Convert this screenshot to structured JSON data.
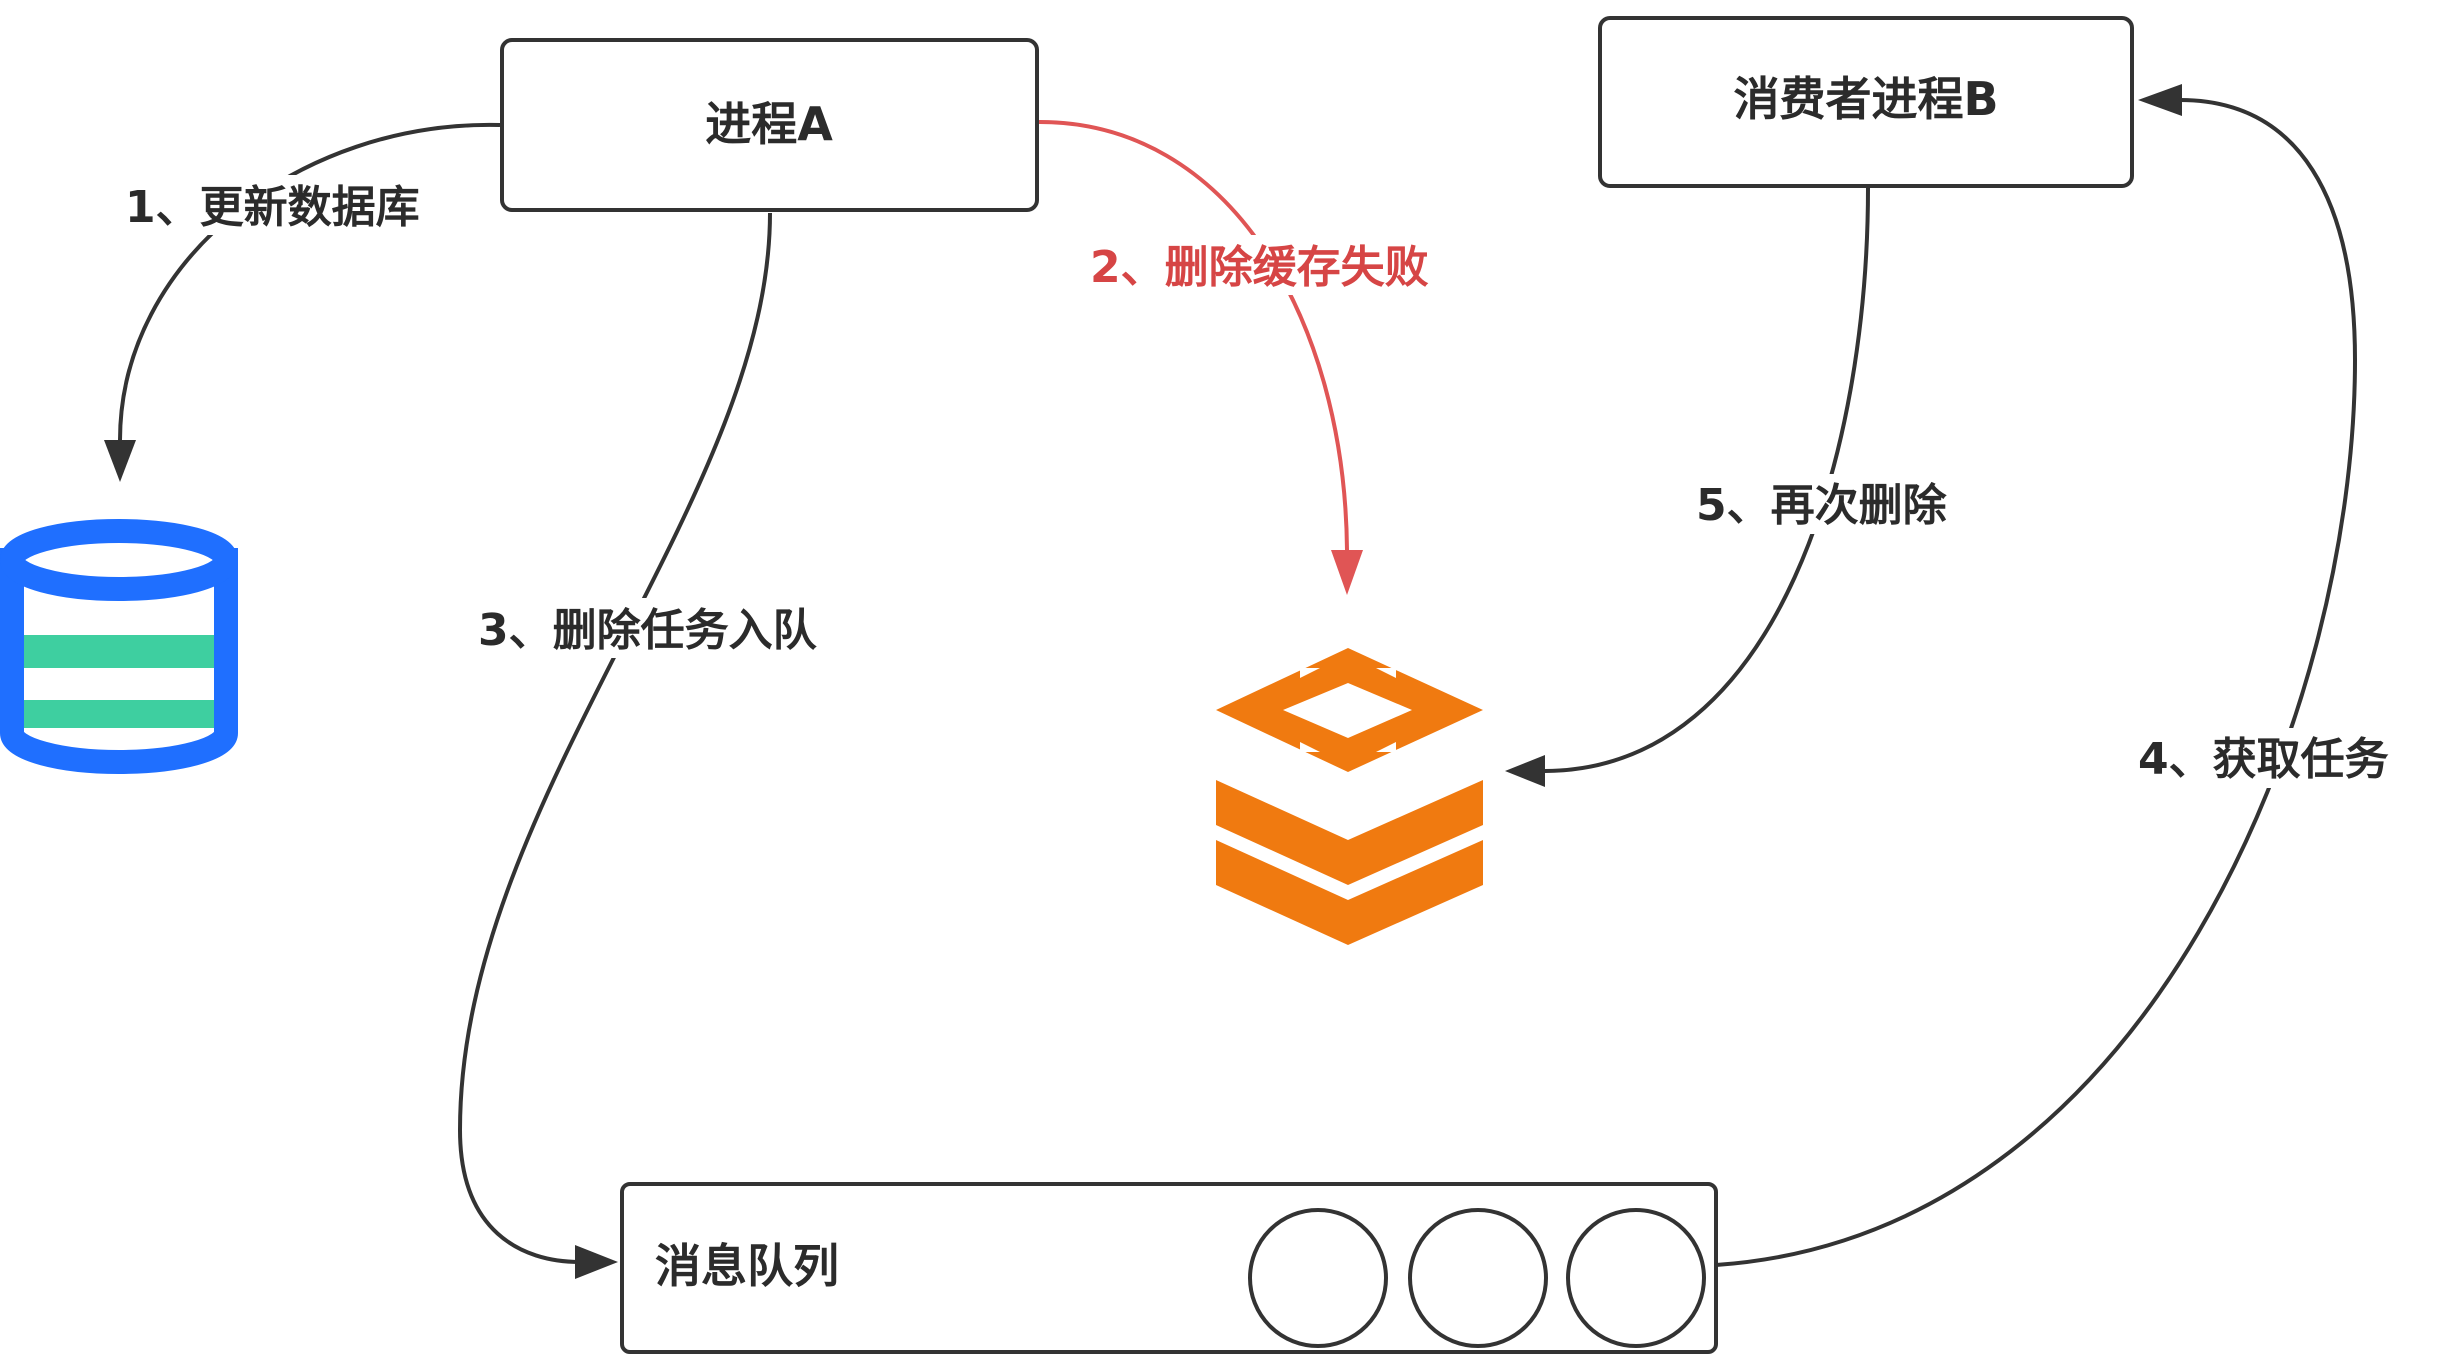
{
  "nodes": {
    "process_a": "进程A",
    "consumer_b": "消费者进程B",
    "message_queue": "消息队列"
  },
  "edges": {
    "step1": "1、更新数据库",
    "step2": "2、删除缓存失败",
    "step3": "3、删除任务入队",
    "step4": "4、获取任务",
    "step5": "5、再次删除"
  },
  "icons": {
    "database": "database-icon",
    "cache": "redis-cache-icon"
  },
  "colors": {
    "line": "#333333",
    "failure": "#e05555",
    "database_blue": "#1f6fff",
    "database_green": "#3ecfa0",
    "redis_orange": "#f07a10"
  }
}
